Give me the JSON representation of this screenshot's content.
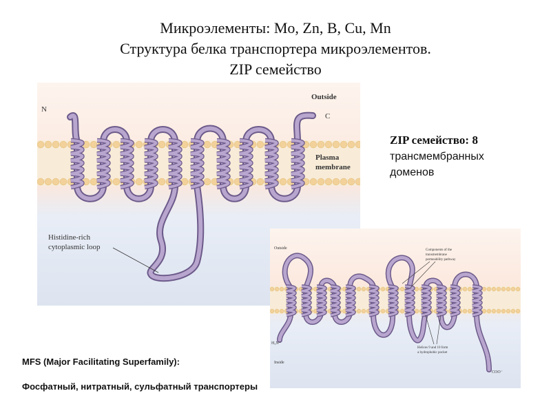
{
  "title": {
    "line1": "Микроэлементы:  Mo, Zn, B, Cu, Mn",
    "line2": "Структура белка транспортера микроэлементов.",
    "line3": "ZIP семейство"
  },
  "side_note": {
    "bold": "ZIP семейство:",
    "count": "8",
    "line2": "трансмембранных",
    "line3": "доменов"
  },
  "mfs": {
    "line1": "MFS (Major Facilitating Superfamily):",
    "line2": "Фосфатный, нитратный, сульфатный транспортеры"
  },
  "figure_zip": {
    "n_label": "N",
    "c_label": "C",
    "outside_label": "Outside",
    "membrane_label_1": "Plasma",
    "membrane_label_2": "membrane",
    "loop_label_1": "Histidine-rich",
    "loop_label_2": "cytoplasmic loop"
  },
  "figure_mfs": {
    "outside_label": "Outside",
    "inside_label": "Inside",
    "n_label": "H₃N⁺",
    "c_label": "COO⁻",
    "pathway_label_1": "Components of the",
    "pathway_label_2": "transmembrane",
    "pathway_label_3": "permeability pathway",
    "helices_label_1": "Helices 9 and 10 form",
    "helices_label_2": "a hydrophobic pocket"
  },
  "colors": {
    "protein": "#b9a6cf",
    "protein_outline": "#6c5a8a",
    "membrane_lipid": "#f3d9a6",
    "outside_bg": "#fbeee6",
    "inside_bg": "#e4eaf4"
  }
}
